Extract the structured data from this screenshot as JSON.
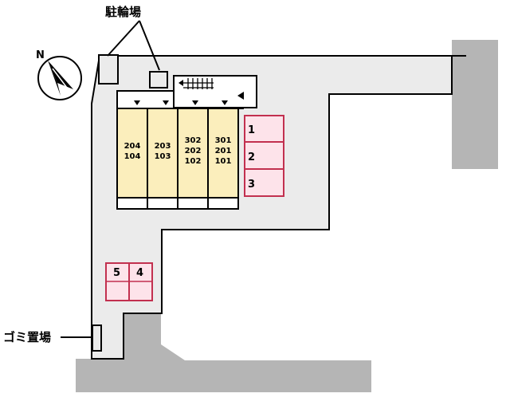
{
  "compass": {
    "north_label": "N"
  },
  "labels": {
    "bicycle_parking": "駐輪場",
    "garbage_area": "ゴミ置場"
  },
  "building": {
    "units": [
      {
        "upper": "204",
        "middle": "104",
        "lower": ""
      },
      {
        "upper": "203",
        "middle": "103",
        "lower": ""
      },
      {
        "upper": "302",
        "middle": "202",
        "lower": "102"
      },
      {
        "upper": "301",
        "middle": "201",
        "lower": "101"
      }
    ]
  },
  "parking_spaces": [
    "1",
    "2",
    "3",
    "4",
    "5"
  ],
  "colors": {
    "lot_gray": "#ebebeb",
    "neighbor_gray": "#b5b5b5",
    "building_fill": "#fbeebc",
    "parking_fill": "#fde3ea",
    "parking_border": "#c2304f"
  }
}
